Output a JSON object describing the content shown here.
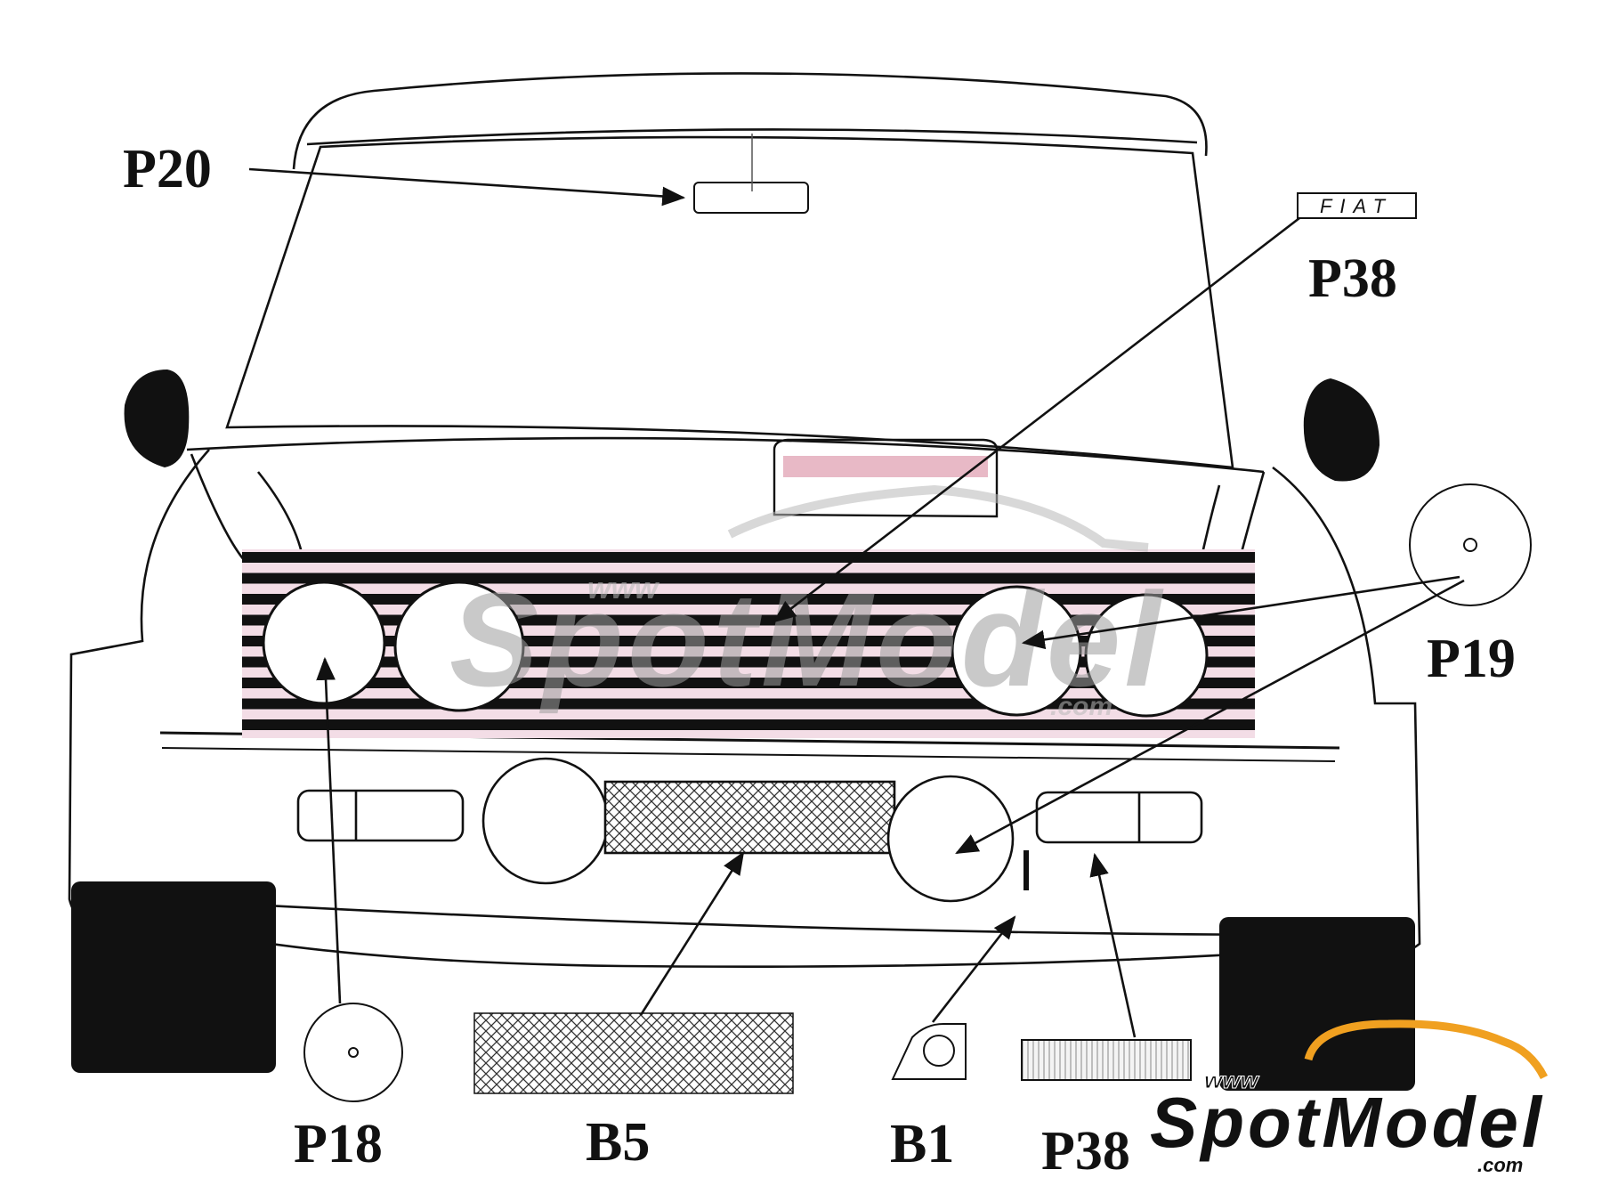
{
  "labels": {
    "p20": "P20",
    "p38_top": "P38",
    "p19": "P19",
    "p18": "P18",
    "b5": "B5",
    "b1": "B1",
    "p38_bottom": "P38"
  },
  "badge": {
    "text": "FIAT"
  },
  "watermark": {
    "www": "www",
    "brand": "SpotModel",
    "com": ".com"
  },
  "colors": {
    "ink": "#111111",
    "paper": "#ffffff",
    "grille_stripe": "#111111",
    "grille_gap": "#f3dde6",
    "hood_scoop": "#e8b9c6",
    "watermark_grey": "#b9b9b9",
    "logo_orange": "#f0a020"
  }
}
